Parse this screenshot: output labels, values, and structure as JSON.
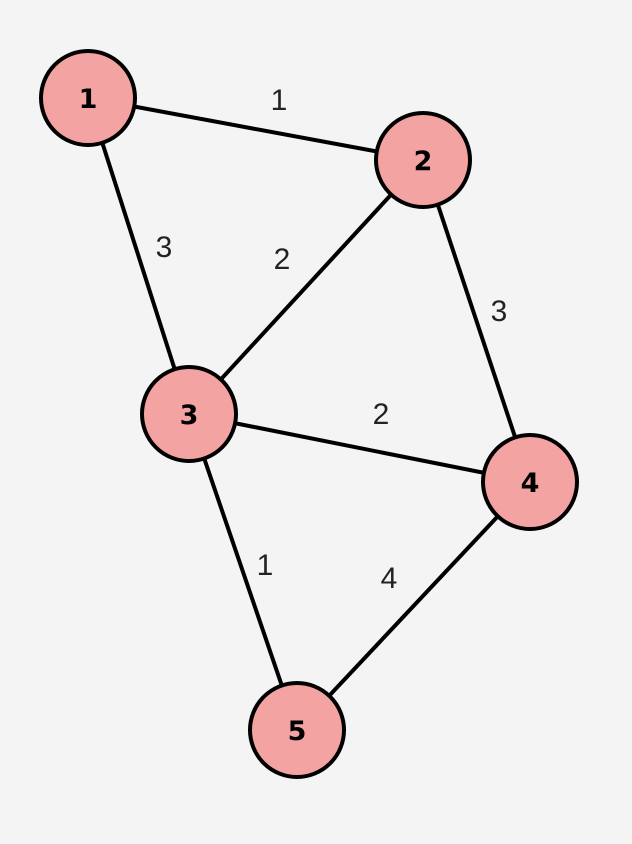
{
  "graph": {
    "node_color": "#f4a3a3",
    "edge_color": "#000000",
    "background": "#f4f4f4",
    "nodes": [
      {
        "id": "1",
        "label": "1"
      },
      {
        "id": "2",
        "label": "2"
      },
      {
        "id": "3",
        "label": "3"
      },
      {
        "id": "4",
        "label": "4"
      },
      {
        "id": "5",
        "label": "5"
      }
    ],
    "edges": [
      {
        "from": "1",
        "to": "2",
        "weight": "1"
      },
      {
        "from": "1",
        "to": "3",
        "weight": "3"
      },
      {
        "from": "2",
        "to": "3",
        "weight": "2"
      },
      {
        "from": "2",
        "to": "4",
        "weight": "3"
      },
      {
        "from": "3",
        "to": "4",
        "weight": "2"
      },
      {
        "from": "3",
        "to": "5",
        "weight": "1"
      },
      {
        "from": "4",
        "to": "5",
        "weight": "4"
      }
    ]
  }
}
